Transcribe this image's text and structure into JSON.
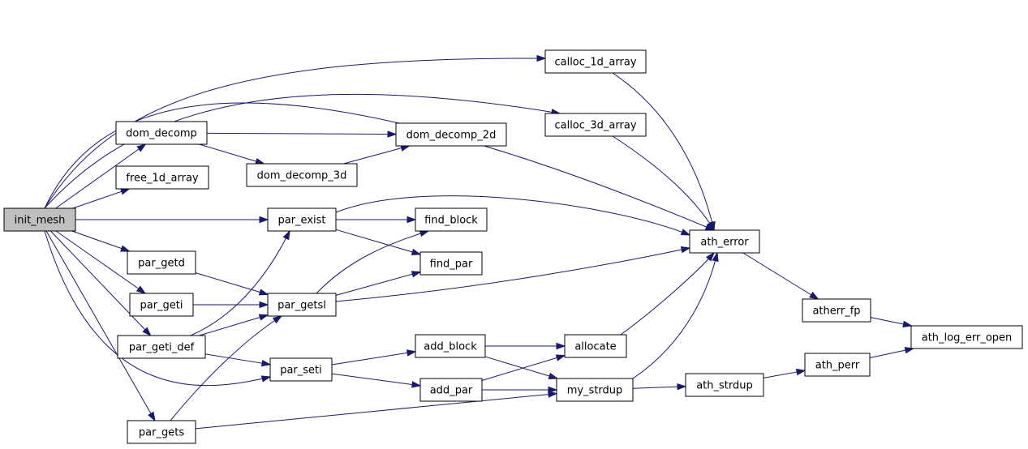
{
  "colors": {
    "edge": "#191970",
    "node_fill": "#ffffff",
    "root_fill": "#bfbfbf",
    "node_border": "#000000"
  },
  "nodes": [
    {
      "id": "init_mesh",
      "label": "init_mesh",
      "root": true
    },
    {
      "id": "ath_error",
      "label": "ath_error"
    },
    {
      "id": "calloc_1d_array",
      "label": "calloc_1d_array"
    },
    {
      "id": "calloc_3d_array",
      "label": "calloc_3d_array"
    },
    {
      "id": "dom_decomp",
      "label": "dom_decomp"
    },
    {
      "id": "dom_decomp_2d",
      "label": "dom_decomp_2d"
    },
    {
      "id": "dom_decomp_3d",
      "label": "dom_decomp_3d"
    },
    {
      "id": "free_1d_array",
      "label": "free_1d_array"
    },
    {
      "id": "par_exist",
      "label": "par_exist"
    },
    {
      "id": "find_block",
      "label": "find_block"
    },
    {
      "id": "find_par",
      "label": "find_par"
    },
    {
      "id": "par_getd",
      "label": "par_getd"
    },
    {
      "id": "par_getsl",
      "label": "par_getsl"
    },
    {
      "id": "par_geti",
      "label": "par_geti"
    },
    {
      "id": "par_geti_def",
      "label": "par_geti_def"
    },
    {
      "id": "par_seti",
      "label": "par_seti"
    },
    {
      "id": "par_gets",
      "label": "par_gets"
    },
    {
      "id": "add_block",
      "label": "add_block"
    },
    {
      "id": "add_par",
      "label": "add_par"
    },
    {
      "id": "allocate",
      "label": "allocate"
    },
    {
      "id": "my_strdup",
      "label": "my_strdup"
    },
    {
      "id": "ath_strdup",
      "label": "ath_strdup"
    },
    {
      "id": "ath_perr",
      "label": "ath_perr"
    },
    {
      "id": "atherr_fp",
      "label": "atherr_fp"
    },
    {
      "id": "ath_log_err_open",
      "label": "ath_log_err_open"
    }
  ],
  "edges": [
    [
      "init_mesh",
      "ath_error"
    ],
    [
      "init_mesh",
      "calloc_1d_array"
    ],
    [
      "init_mesh",
      "calloc_3d_array"
    ],
    [
      "init_mesh",
      "dom_decomp"
    ],
    [
      "init_mesh",
      "free_1d_array"
    ],
    [
      "init_mesh",
      "par_exist"
    ],
    [
      "init_mesh",
      "par_getd"
    ],
    [
      "init_mesh",
      "par_geti"
    ],
    [
      "init_mesh",
      "par_geti_def"
    ],
    [
      "init_mesh",
      "par_seti"
    ],
    [
      "init_mesh",
      "par_gets"
    ],
    [
      "calloc_1d_array",
      "ath_error"
    ],
    [
      "calloc_3d_array",
      "ath_error"
    ],
    [
      "dom_decomp",
      "dom_decomp_2d"
    ],
    [
      "dom_decomp",
      "dom_decomp_3d"
    ],
    [
      "dom_decomp_3d",
      "dom_decomp_2d"
    ],
    [
      "par_exist",
      "ath_error"
    ],
    [
      "par_exist",
      "find_block"
    ],
    [
      "par_exist",
      "find_par"
    ],
    [
      "par_getd",
      "par_getsl"
    ],
    [
      "par_geti",
      "par_getsl"
    ],
    [
      "par_geti_def",
      "par_getsl"
    ],
    [
      "par_geti_def",
      "par_exist"
    ],
    [
      "par_geti_def",
      "par_seti"
    ],
    [
      "par_gets",
      "par_getsl"
    ],
    [
      "par_gets",
      "my_strdup"
    ],
    [
      "par_getsl",
      "find_block"
    ],
    [
      "par_getsl",
      "find_par"
    ],
    [
      "par_getsl",
      "ath_error"
    ],
    [
      "par_seti",
      "add_block"
    ],
    [
      "par_seti",
      "add_par"
    ],
    [
      "add_block",
      "allocate"
    ],
    [
      "add_block",
      "my_strdup"
    ],
    [
      "add_par",
      "allocate"
    ],
    [
      "add_par",
      "my_strdup"
    ],
    [
      "allocate",
      "ath_error"
    ],
    [
      "my_strdup",
      "ath_error"
    ],
    [
      "my_strdup",
      "ath_strdup"
    ],
    [
      "ath_strdup",
      "ath_perr"
    ],
    [
      "ath_perr",
      "ath_log_err_open"
    ],
    [
      "ath_error",
      "atherr_fp"
    ],
    [
      "atherr_fp",
      "ath_log_err_open"
    ]
  ]
}
